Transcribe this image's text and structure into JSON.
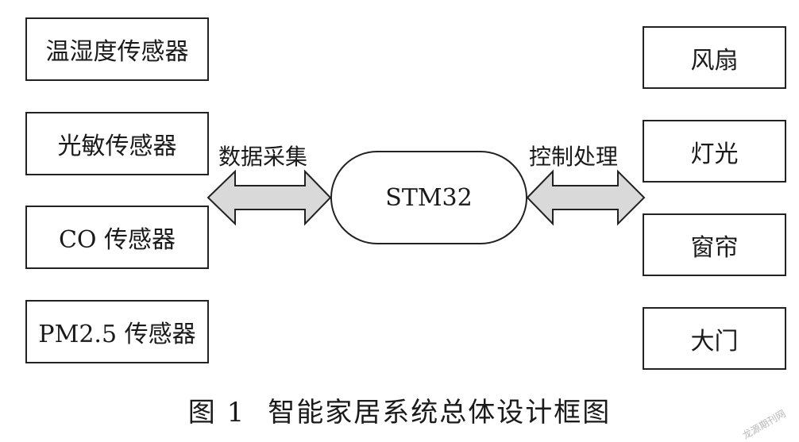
{
  "inputs": [
    {
      "label": "温湿度传感器"
    },
    {
      "label": "光敏传感器"
    },
    {
      "label": "CO 传感器"
    },
    {
      "label": "PM2.5 传感器"
    }
  ],
  "outputs": [
    {
      "label": "风扇"
    },
    {
      "label": "灯光"
    },
    {
      "label": "窗帘"
    },
    {
      "label": "大门"
    }
  ],
  "controller": {
    "label": "STM32"
  },
  "links": {
    "left": "数据采集",
    "right": "控制处理"
  },
  "caption": {
    "number": "图 1",
    "title": "智能家居系统总体设计框图"
  },
  "watermark": "龙源期刊网",
  "colors": {
    "arrow_fill": "#d9d9d9",
    "stroke": "#222222"
  }
}
